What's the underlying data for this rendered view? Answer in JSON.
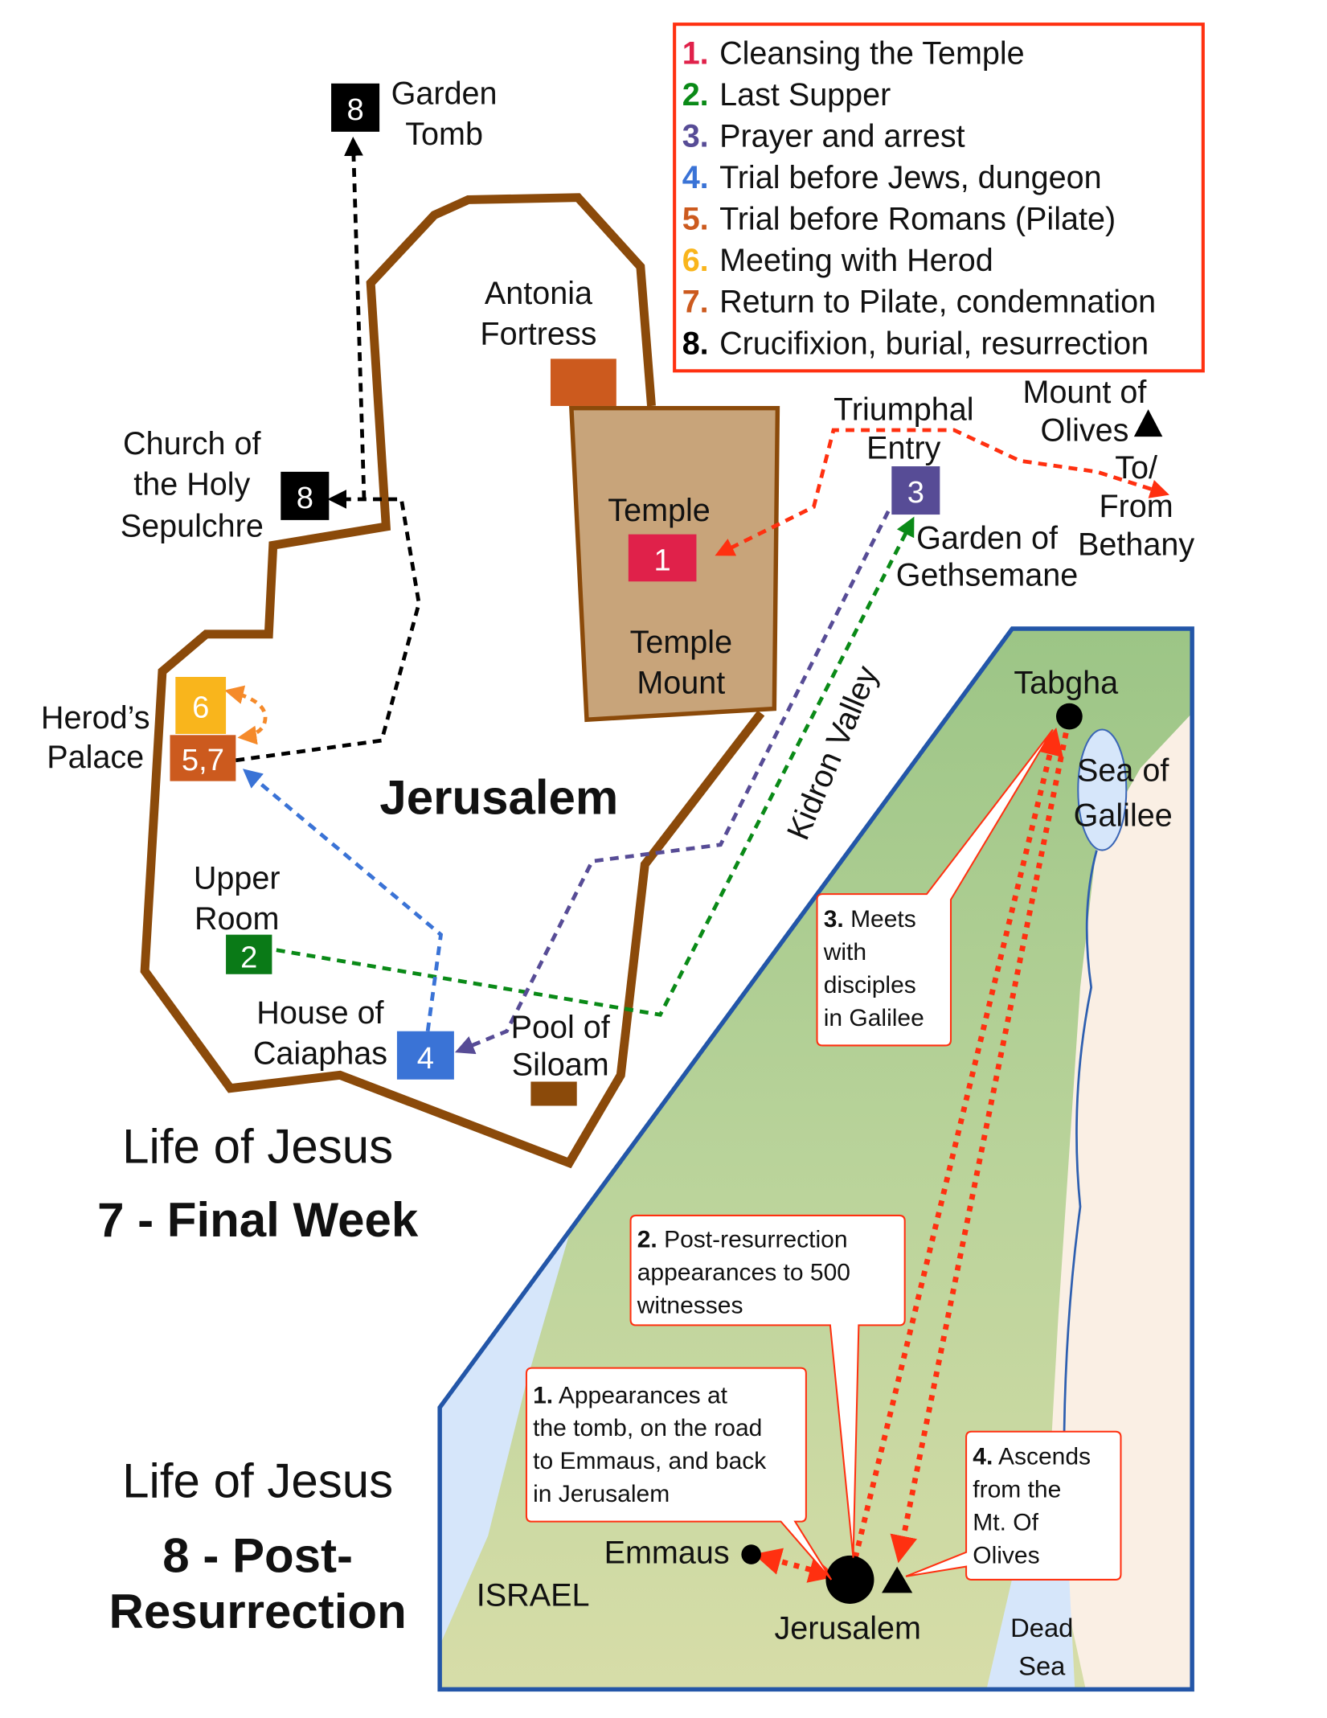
{
  "legend": {
    "items": [
      {
        "num": "1.",
        "text": "Cleansing the Temple",
        "color": "#E0214A"
      },
      {
        "num": "2.",
        "text": "Last Supper",
        "color": "#0A8A17"
      },
      {
        "num": "3.",
        "text": "Prayer and arrest",
        "color": "#574C96"
      },
      {
        "num": "4.",
        "text": "Trial before Jews, dungeon",
        "color": "#3A73D6"
      },
      {
        "num": "5.",
        "text": "Trial before Romans (Pilate)",
        "color": "#CC5A1E"
      },
      {
        "num": "6.",
        "text": "Meeting with Herod",
        "color": "#F9B51C"
      },
      {
        "num": "7.",
        "text": "Return to Pilate, condemnation",
        "color": "#CC5A1E"
      },
      {
        "num": "8.",
        "text": "Crucifixion, burial, resurrection",
        "color": "#000000"
      }
    ]
  },
  "jerusalem": {
    "city": "Jerusalem",
    "garden_tomb": [
      "Garden",
      "Tomb"
    ],
    "sepulchre": [
      "Church of",
      "the Holy",
      "Sepulchre"
    ],
    "antonia": [
      "Antonia",
      "Fortress"
    ],
    "temple": "Temple",
    "temple_mount": [
      "Temple",
      "Mount"
    ],
    "herods_palace": [
      "Herod’s",
      "Palace"
    ],
    "upper_room": [
      "Upper",
      "Room"
    ],
    "caiaphas": [
      "House of",
      "Caiaphas"
    ],
    "siloam": [
      "Pool of",
      "Siloam"
    ],
    "kidron": "Kidron Valley",
    "triumphal": [
      "Triumphal",
      "Entry"
    ],
    "olives": [
      "Mount of",
      "Olives"
    ],
    "bethany": [
      "To/",
      "From",
      "Bethany"
    ],
    "gethsemane": [
      "Garden of",
      "Gethsemane"
    ],
    "markers": {
      "m1": "1",
      "m2": "2",
      "m3": "3",
      "m4": "4",
      "m57": "5,7",
      "m6": "6",
      "m8a": "8",
      "m8b": "8"
    }
  },
  "titles": {
    "t7a": "Life of Jesus",
    "t7b": "7 - Final Week",
    "t8a": "Life of Jesus",
    "t8b": "8 - Post-",
    "t8c": "Resurrection"
  },
  "region_map": {
    "tabgha": "Tabgha",
    "galilee": [
      "Sea of",
      "Galilee"
    ],
    "emmaus": "Emmaus",
    "jerusalem": "Jerusalem",
    "israel": "ISRAEL",
    "dead_sea": [
      "Dead",
      "Sea"
    ],
    "callout1": {
      "num": "1.",
      "lines": [
        " Appearances at",
        "the tomb, on the road",
        "to Emmaus, and back",
        "in Jerusalem"
      ]
    },
    "callout2": {
      "num": "2.",
      "lines": [
        " Post-resurrection",
        "appearances to 500",
        "witnesses"
      ]
    },
    "callout3": {
      "num": "3.",
      "lines": [
        " Meets",
        "with",
        "disciples",
        "in Galilee"
      ]
    },
    "callout4": {
      "num": "4.",
      "lines": [
        " Ascends",
        "from the",
        "Mt. Of",
        "Olives"
      ]
    }
  }
}
